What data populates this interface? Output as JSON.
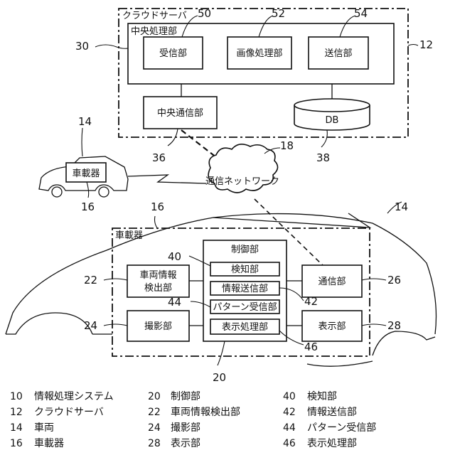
{
  "cloud": {
    "title": "クラウドサーバ",
    "ref": "12",
    "cpu": {
      "title": "中央処理部",
      "ref": "30"
    },
    "receiver": {
      "label": "受信部",
      "ref": "50"
    },
    "image_processor": {
      "label": "画像処理部",
      "ref": "52"
    },
    "transmitter": {
      "label": "送信部",
      "ref": "54"
    },
    "central_comm": {
      "label": "中央通信部",
      "ref": "36"
    },
    "db": {
      "label": "DB",
      "ref": "38"
    }
  },
  "network": {
    "label": "通信ネットワーク",
    "ref": "18"
  },
  "small_vehicle": {
    "device_label": "車載器",
    "vehicle_ref": "14",
    "device_ref": "16"
  },
  "large_vehicle": {
    "vehicle_ref": "14",
    "device_ref": "16",
    "device_title": "車載器",
    "controller": {
      "title": "制御部",
      "ref": "20"
    },
    "detector": {
      "label": "検知部",
      "ref": "40"
    },
    "info_tx": {
      "label": "情報送信部",
      "ref": "42"
    },
    "pattern_rx": {
      "label": "パターン受信部",
      "ref": "44"
    },
    "display_proc": {
      "label": "表示処理部",
      "ref": "46"
    },
    "vehicle_info": {
      "line1": "車両情報",
      "line2": "検出部",
      "ref": "22"
    },
    "camera": {
      "label": "撮影部",
      "ref": "24"
    },
    "comm": {
      "label": "通信部",
      "ref": "26"
    },
    "display": {
      "label": "表示部",
      "ref": "28"
    }
  },
  "legend": [
    {
      "num": "10",
      "label": "情報処理システム"
    },
    {
      "num": "12",
      "label": "クラウドサーバ"
    },
    {
      "num": "14",
      "label": "車両"
    },
    {
      "num": "16",
      "label": "車載器"
    },
    {
      "num": "20",
      "label": "制御部"
    },
    {
      "num": "22",
      "label": "車両情報検出部"
    },
    {
      "num": "24",
      "label": "撮影部"
    },
    {
      "num": "28",
      "label": "表示部"
    },
    {
      "num": "40",
      "label": "検知部"
    },
    {
      "num": "42",
      "label": "情報送信部"
    },
    {
      "num": "44",
      "label": "パターン受信部"
    },
    {
      "num": "46",
      "label": "表示処理部"
    }
  ]
}
